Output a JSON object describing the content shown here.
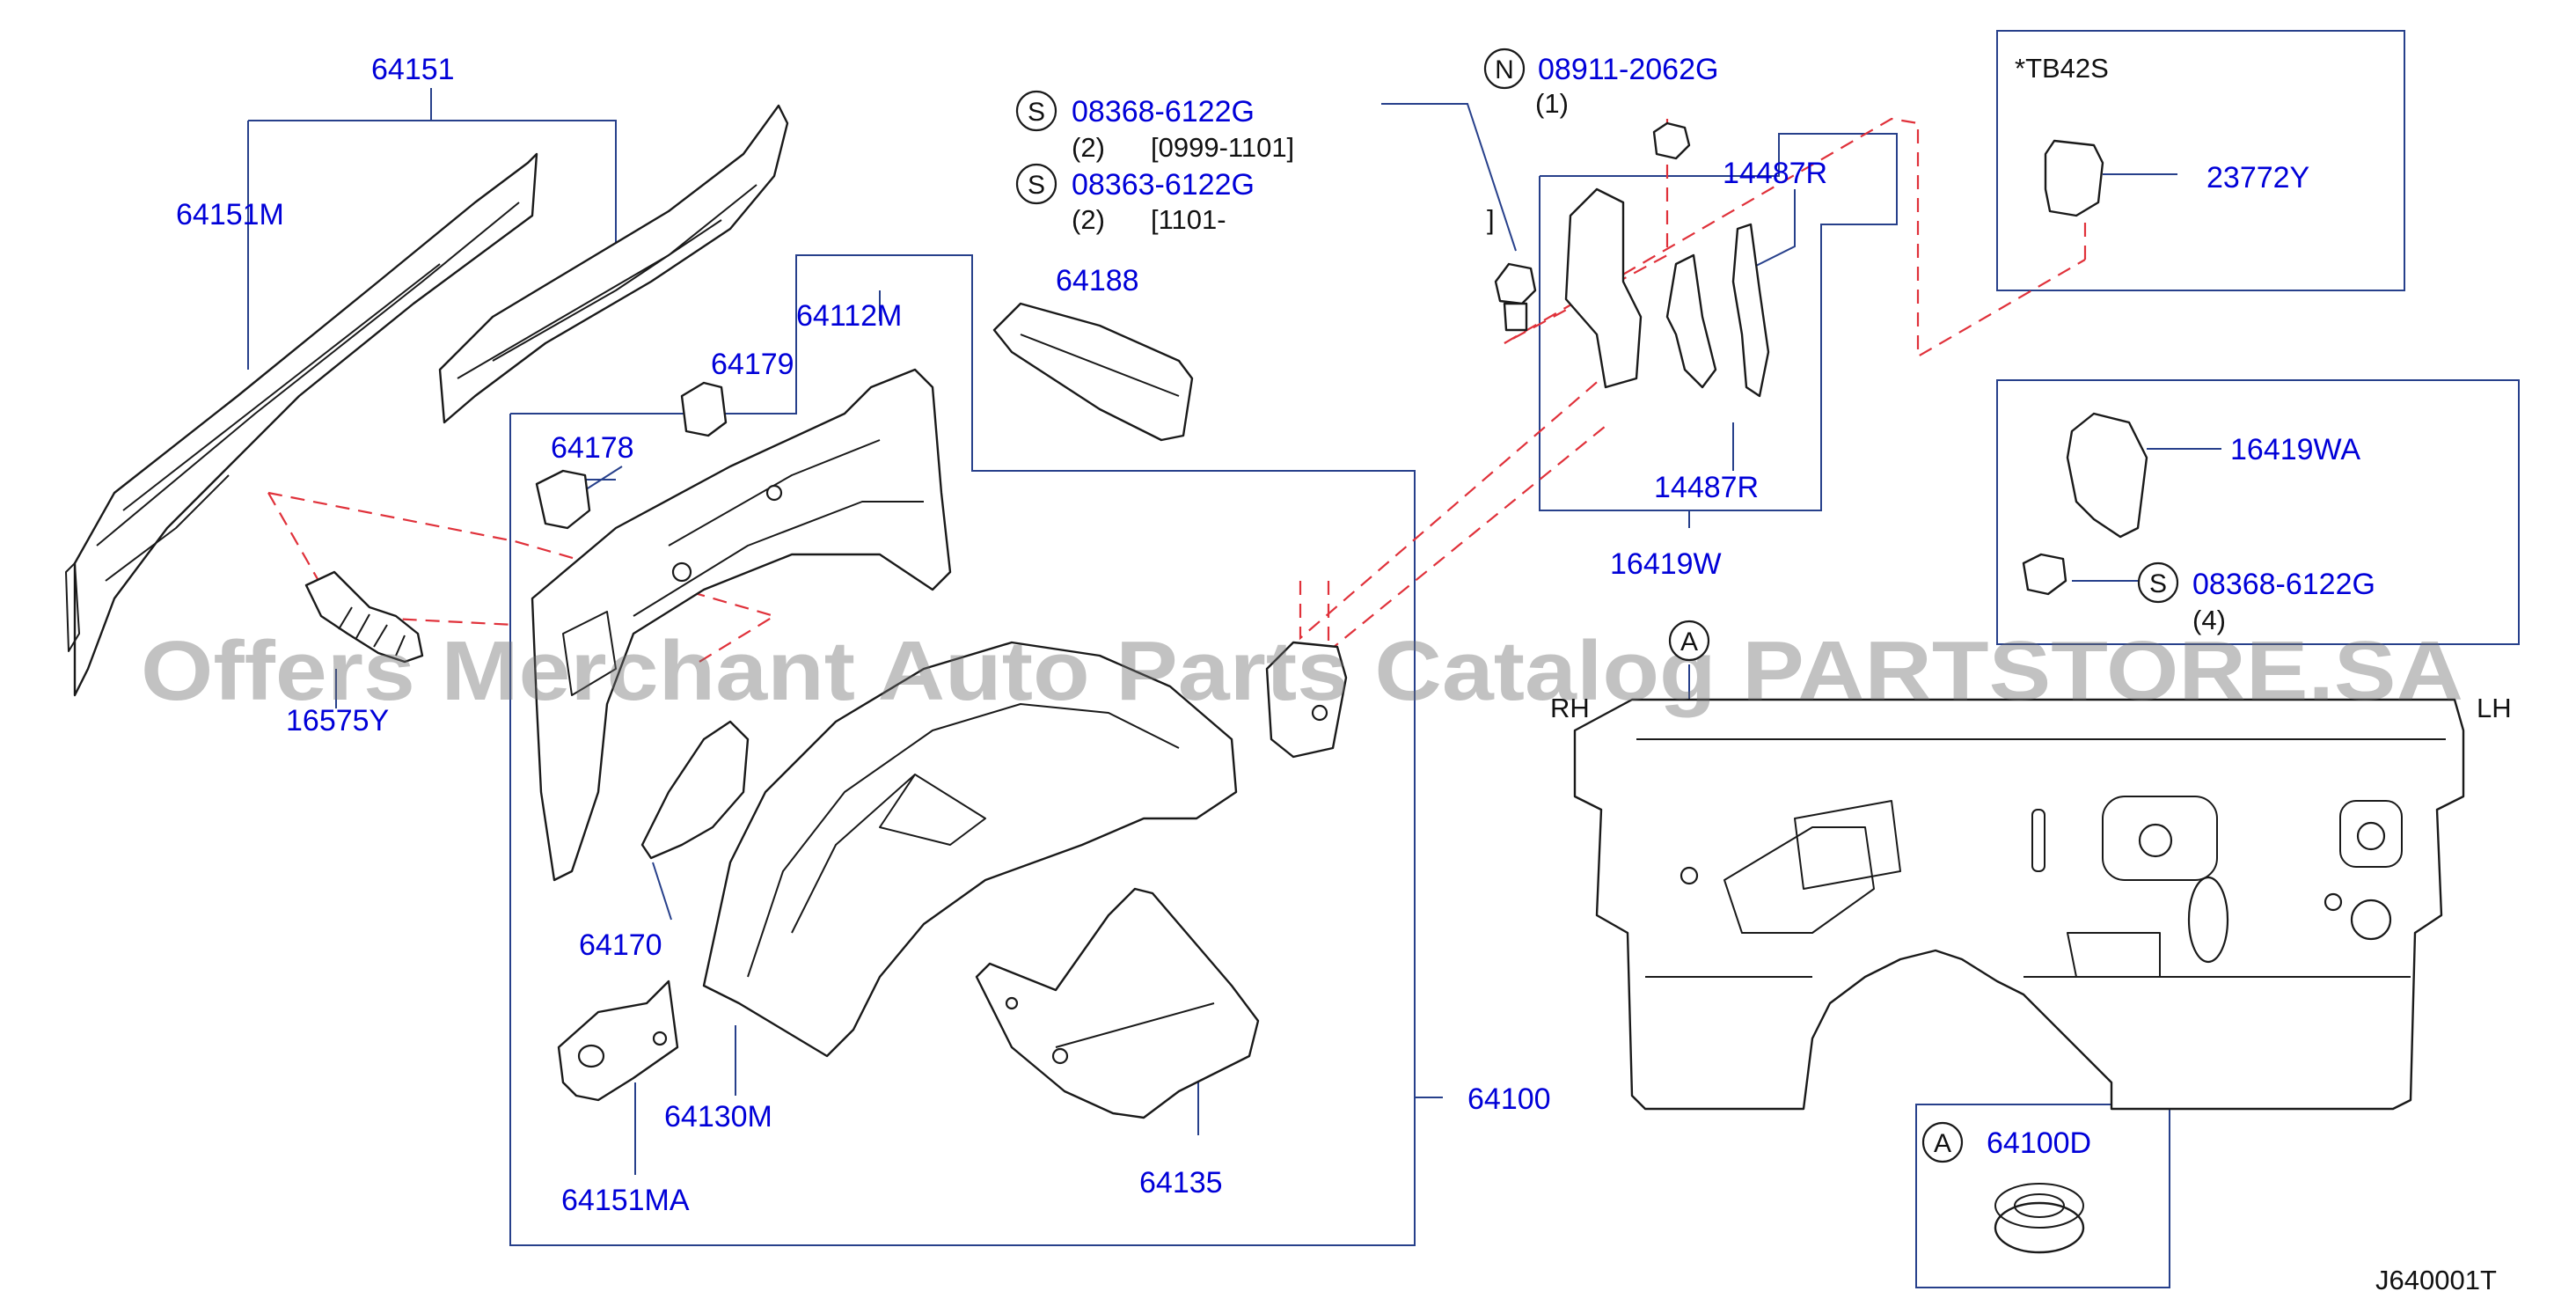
{
  "watermark": "Offers Merchant Auto Parts Catalog PARTSTORE.SA",
  "diagram_code": "J640001T",
  "parts": {
    "p64151": "64151",
    "p64151M": "64151M",
    "p16575Y": "16575Y",
    "p64112M": "64112M",
    "p64179": "64179",
    "p64178": "64178",
    "p64188": "64188",
    "p64170": "64170",
    "p64130M": "64130M",
    "p64151MA": "64151MA",
    "p64135": "64135",
    "p64100": "64100",
    "p08368_1": "08368-6122G",
    "p08363": "08363-6122G",
    "p08911": "08911-2062G",
    "p14487R_a": "14487R",
    "p14487R_b": "14487R",
    "p16419W": "16419W",
    "p23772Y": "23772Y",
    "p16419WA": "16419WA",
    "p08368_2": "08368-6122G",
    "p64100D": "64100D"
  },
  "notes": {
    "qty2a": "(2)",
    "range1": "[0999-1101]",
    "qty2b": "(2)",
    "range2": "[1101-",
    "range2_close": "]",
    "qty1": "(1)",
    "qty4": "(4)",
    "tb42s": "*TB42S",
    "rh": "RH",
    "lh": "LH"
  },
  "symbols": {
    "s": "S",
    "n": "N",
    "a": "A"
  },
  "colors": {
    "part_number": "#0000d8",
    "leader": "#27408b",
    "dashed": "#e0313a"
  }
}
